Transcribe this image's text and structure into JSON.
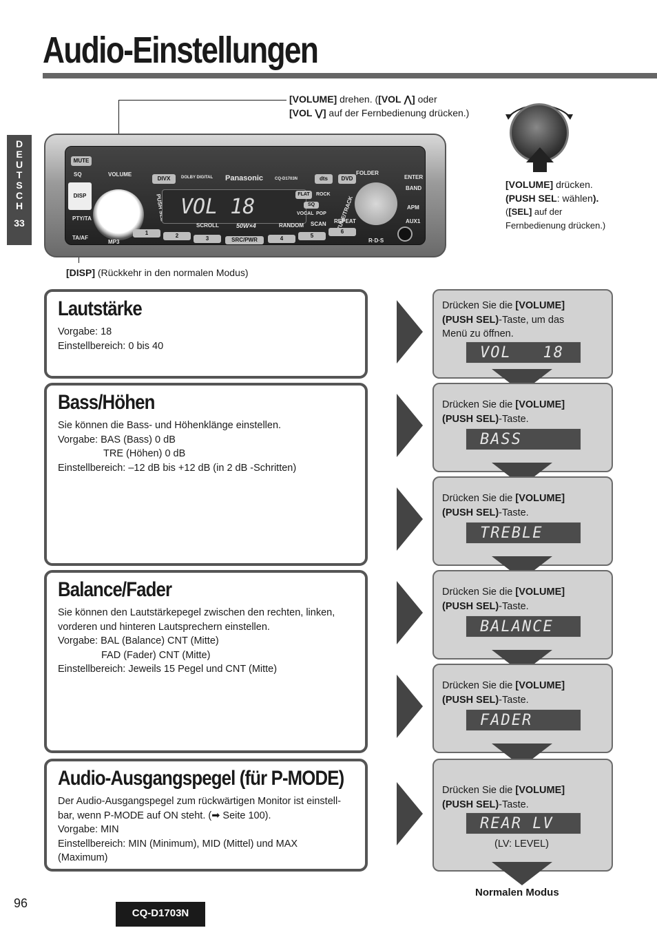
{
  "title": "Audio-Einstellungen",
  "side_tab": {
    "letters": [
      "D",
      "E",
      "U",
      "T",
      "S",
      "C",
      "H"
    ],
    "number": "33"
  },
  "callouts": {
    "volume_turn_1_b1": "[VOLUME]",
    "volume_turn_1_t1": " drehen. (",
    "volume_turn_1_b2": "[VOL ⋀]",
    "volume_turn_1_t2": " oder",
    "volume_turn_2_b1": "[VOL ⋁]",
    "volume_turn_2_t1": " auf der Fernbedienung drücken.)",
    "disp_b": "[DISP]",
    "disp_t": " (Rückkehr in den normalen Modus)",
    "push_b1": "[VOLUME]",
    "push_t1": " drücken.",
    "push_b2": "(PUSH SEL",
    "push_t2": ": wählen",
    "push_b3": ").",
    "push_t3": "(",
    "push_b4": "[SEL]",
    "push_t4": " auf der",
    "push_t5": "Fernbedienung drücken.)"
  },
  "device": {
    "lcd": "VOL   18",
    "labels": {
      "mute": "MUTE",
      "sq": "SQ",
      "volume": "VOLUME",
      "disp": "DISP",
      "pty_ta": "PTY/TA",
      "af": "TA/AF",
      "push_sel": "PUSH SEL",
      "divx": "DIVX",
      "dolby": "DOLBY DIGITAL",
      "brand": "Panasonic",
      "model": "CQ-D1703N",
      "dts": "dts",
      "dvd": "DVD",
      "folder": "FOLDER",
      "enter": "ENTER",
      "band": "BAND",
      "apm": "APM",
      "aux1": "AUX1",
      "scroll": "SCROLL",
      "power": "50W×4",
      "random": "RANDOM",
      "scan": "SCAN",
      "repeat": "REPEAT",
      "mp3": "MP3",
      "srcpwr": "SRC/PWR",
      "rds": "R·D·S",
      "tune": "TUNE/TRACK",
      "flat": "FLAT",
      "rock": "ROCK",
      "vocal": "VOCAL",
      "pop": "POP",
      "sq_badge": "SQ",
      "presets": [
        "1",
        "2",
        "3",
        "4",
        "5",
        "6"
      ]
    }
  },
  "panels": [
    {
      "heading": "Lautstärke",
      "lines": [
        "Vorgabe: 18",
        "Einstellbereich: 0 bis 40"
      ]
    },
    {
      "heading": "Bass/Höhen",
      "lines": [
        "Sie können die Bass- und Höhenklänge einstellen.",
        "Vorgabe:  BAS (Bass) 0 dB",
        "TRE (Höhen) 0 dB",
        "Einstellbereich: –12 dB bis +12 dB (in 2 dB -Schritten)"
      ]
    },
    {
      "heading": "Balance/Fader",
      "lines": [
        "Sie können den Lautstärkepegel zwischen den rechten, linken,",
        "vorderen und hinteren Lautsprechern einstellen.",
        "Vorgabe: BAL (Balance) CNT (Mitte)",
        "FAD (Fader) CNT (Mitte)",
        "Einstellbereich: Jeweils 15 Pegel und CNT (Mitte)"
      ]
    },
    {
      "heading": "Audio-Ausgangspegel (für P-MODE)",
      "lines": [
        "Der Audio-Ausgangspegel zum rückwärtigen Monitor ist einstell-",
        "bar, wenn P-MODE auf ON steht. (➡ Seite 100).",
        "Vorgabe: MIN",
        "Einstellbereich: MIN (Minimum), MID (Mittel) und MAX",
        "(Maximum)"
      ]
    }
  ],
  "steps": [
    {
      "t1": "Drücken Sie die ",
      "b1": "[VOLUME]",
      "b2": "(PUSH SEL)",
      "t2": "-Taste, um das",
      "t3": "Menü zu öffnen.",
      "lcd": "VOL   18"
    },
    {
      "t1": "Drücken Sie die ",
      "b1": "[VOLUME]",
      "b2": "(PUSH SEL)",
      "t2": "-Taste.",
      "lcd": "BASS"
    },
    {
      "t1": "Drücken Sie die ",
      "b1": "[VOLUME]",
      "b2": "(PUSH SEL)",
      "t2": "-Taste.",
      "lcd": "TREBLE"
    },
    {
      "t1": "Drücken Sie die ",
      "b1": "[VOLUME]",
      "b2": "(PUSH SEL)",
      "t2": "-Taste.",
      "lcd": "BALANCE"
    },
    {
      "t1": "Drücken Sie die ",
      "b1": "[VOLUME]",
      "b2": "(PUSH SEL)",
      "t2": "-Taste.",
      "lcd": "FADER"
    },
    {
      "t1": "Drücken Sie die ",
      "b1": "[VOLUME]",
      "b2": "(PUSH SEL)",
      "t2": "-Taste.",
      "lcd": "REAR LV",
      "note": "(LV: LEVEL)"
    }
  ],
  "footer": {
    "page": "96",
    "model": "CQ-D1703N",
    "normal_mode": "Normalen Modus"
  }
}
